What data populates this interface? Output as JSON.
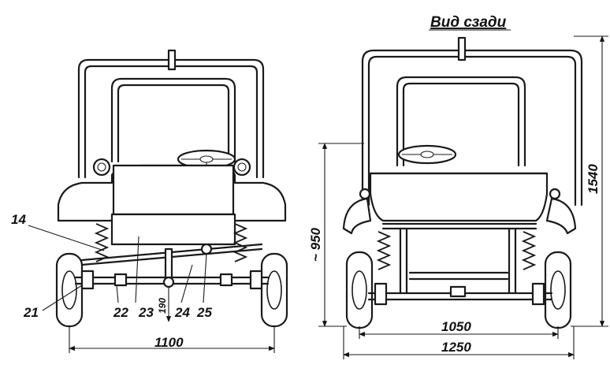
{
  "view_title": "Вид сзади",
  "part_labels": [
    "14",
    "21",
    "22",
    "23",
    "24",
    "25"
  ],
  "dimensions": {
    "front_track": "1100",
    "small_offset": "190",
    "height_rear": "~ 950",
    "overall_height": "1540",
    "rear_track_inner": "1050",
    "rear_track_outer": "1250"
  }
}
